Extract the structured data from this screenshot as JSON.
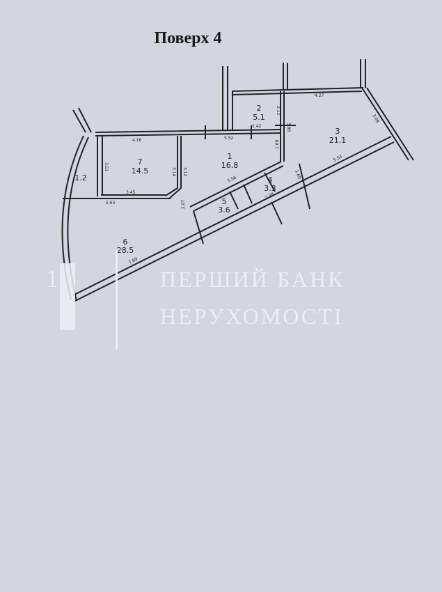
{
  "title": "Поверх 4",
  "rooms": [
    {
      "number": "1",
      "area": "16.8"
    },
    {
      "number": "2",
      "area": "5.1"
    },
    {
      "number": "3",
      "area": "21.1"
    },
    {
      "number": "4",
      "area": "3.3"
    },
    {
      "number": "5",
      "area": "3.6"
    },
    {
      "number": "6",
      "area": "28.5"
    },
    {
      "number": "7",
      "area": "14.5"
    },
    {
      "number": "",
      "area": "1.2"
    }
  ],
  "dimensions": [
    "4.16",
    "5.52",
    "2.42",
    "4.27",
    "3.08",
    "5.54",
    "3.12",
    "3.14",
    "3.51",
    "3.45",
    "5.63",
    "7.69",
    "2.12",
    "3.86",
    "1.69",
    "5.56",
    "2.38",
    "1.69",
    "2.07"
  ],
  "watermark": {
    "logo": "1",
    "line1": "ПЕРШИЙ БАНК",
    "line2": "НЕРУХОМОСТІ"
  },
  "colors": {
    "background": "#d3d5df",
    "wall": "#222222",
    "watermark": "#eceef4"
  }
}
